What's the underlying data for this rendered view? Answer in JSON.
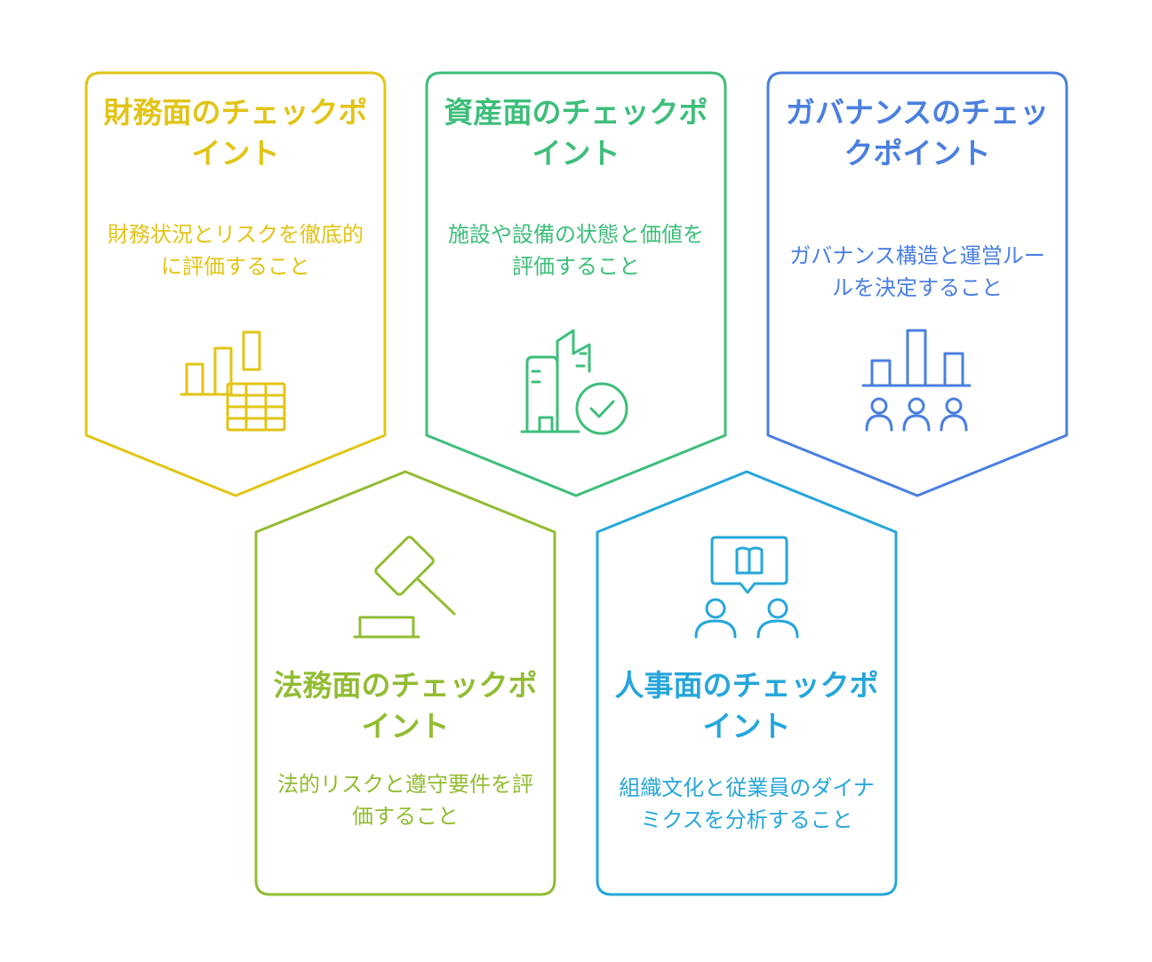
{
  "cards": [
    {
      "title": "財務面のチェックポイント",
      "desc": "財務状況とリスクを徹底的に評価すること",
      "color": "#E2C416",
      "icon": "bar-chart-table-icon"
    },
    {
      "title": "資産面のチェックポイント",
      "desc": "施設や設備の状態と価値を評価すること",
      "color": "#3DBE7A",
      "icon": "building-check-icon"
    },
    {
      "title": "ガバナンスのチェックポイント",
      "desc": "ガバナンス構造と運営ルールを決定すること",
      "color": "#4A7FE0",
      "icon": "chart-people-icon"
    },
    {
      "title": "法務面のチェックポイント",
      "desc": "法的リスクと遵守要件を評価すること",
      "color": "#92BC33",
      "icon": "gavel-icon"
    },
    {
      "title": "人事面のチェックポイント",
      "desc": "組織文化と従業員のダイナミクスを分析すること",
      "color": "#26A6DA",
      "icon": "people-discussion-icon"
    }
  ]
}
